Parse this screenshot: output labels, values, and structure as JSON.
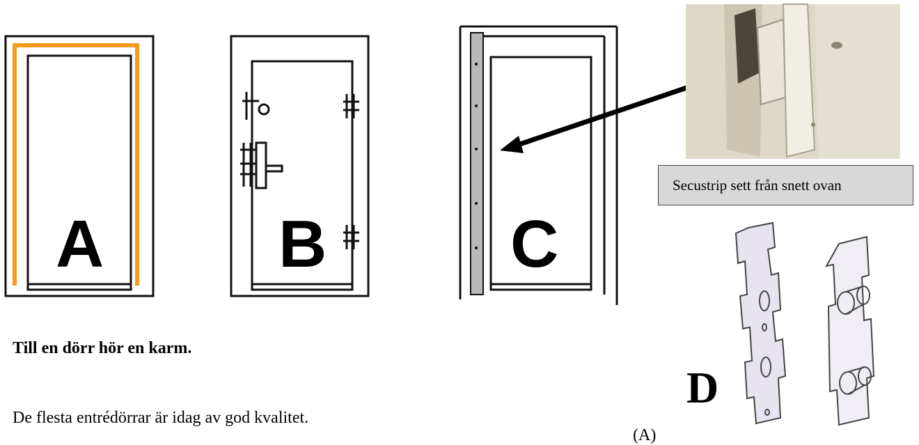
{
  "figures": {
    "door_a": {
      "letter": "A"
    },
    "door_b": {
      "letter": "B"
    },
    "door_c": {
      "letter": "C"
    },
    "hinge_d": {
      "letter": "D"
    }
  },
  "caption": "Secustrip sett från snett ovan",
  "heading": "Till en dörr hör en karm.",
  "body_text": "De flesta entrédörrar är idag av god kvalitet.",
  "partial_text": "(A)",
  "colors": {
    "frame_highlight": "#f39b1f",
    "strip_fill": "#b8b8b8",
    "photo_bg": "#ddd8c8"
  }
}
